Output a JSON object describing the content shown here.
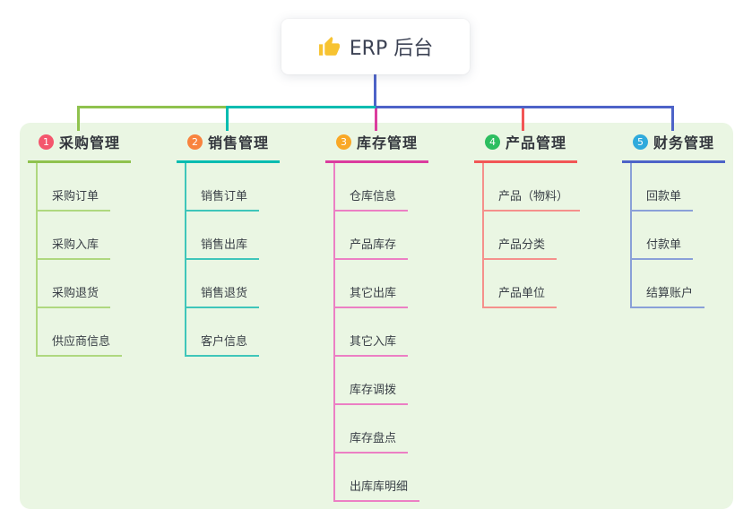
{
  "page": {
    "background": "#FFFFFF"
  },
  "panel": {
    "background": "#EAF6E3"
  },
  "root": {
    "title": "ERP 后台",
    "icon": "thumbs-up-icon",
    "icon_color": "#F7C331"
  },
  "connector": {
    "trunk_color": "#4D63C8"
  },
  "branches": [
    {
      "number": "1",
      "label": "采购管理",
      "badge_color": "#F4566D",
      "line_color": "#8FC24E",
      "child_line_color": "#AFD87F",
      "children": [
        "采购订单",
        "采购入库",
        "采购退货",
        "供应商信息"
      ]
    },
    {
      "number": "2",
      "label": "销售管理",
      "badge_color": "#F8833E",
      "line_color": "#00BCB0",
      "child_line_color": "#3FC6BA",
      "children": [
        "销售订单",
        "销售出库",
        "销售退货",
        "客户信息"
      ]
    },
    {
      "number": "3",
      "label": "库存管理",
      "badge_color": "#F9A826",
      "line_color": "#DB3C9E",
      "child_line_color": "#EC7FC4",
      "children": [
        "仓库信息",
        "产品库存",
        "其它出库",
        "其它入库",
        "库存调拨",
        "库存盘点",
        "出库库明细"
      ]
    },
    {
      "number": "4",
      "label": "产品管理",
      "badge_color": "#2DBE60",
      "line_color": "#F25656",
      "child_line_color": "#F5908C",
      "children": [
        "产品（物料）",
        "产品分类",
        "产品单位"
      ]
    },
    {
      "number": "5",
      "label": "财务管理",
      "badge_color": "#2FAADC",
      "line_color": "#4D63C8",
      "child_line_color": "#8AA0D8",
      "children": [
        "回款单",
        "付款单",
        "结算账户"
      ]
    }
  ]
}
